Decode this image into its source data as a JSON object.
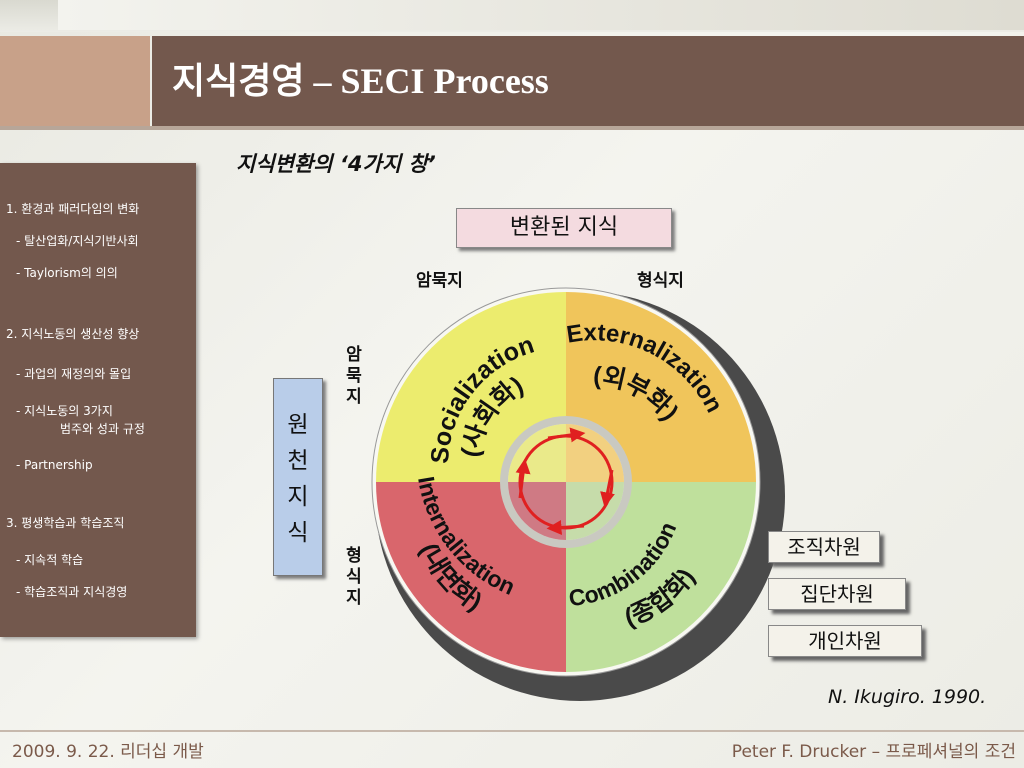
{
  "title": "지식경영 – SECI Process",
  "sidebar": {
    "items": [
      {
        "label": "1. 환경과 패러다임의 변화"
      },
      {
        "label": "- 탈산업화/지식기반사회"
      },
      {
        "label": "- Taylorism의 의의"
      },
      {
        "label": "2. 지식노동의 생산성 향상"
      },
      {
        "label": "- 과업의 재정의와 몰입"
      },
      {
        "label": "- 지식노동의 3가지"
      },
      {
        "label": "범주와 성과 규정"
      },
      {
        "label": "- Partnership"
      },
      {
        "label": "3. 평생학습과 학습조직"
      },
      {
        "label": "- 지속적 학습"
      },
      {
        "label": "- 학습조직과 지식경영"
      }
    ]
  },
  "diagram": {
    "subtitle": "지식변환의 ‘4가지 창’",
    "transformed_label": "변환된 지식",
    "tacit_top": "암묵지",
    "explicit_top": "형식지",
    "tacit_side": "암묵지",
    "explicit_side": "형식지",
    "source_label": "원천지식",
    "quadrants": {
      "socialization": {
        "en": "Socialization",
        "ko": "(사회화)",
        "color": "#ecec6e"
      },
      "externalization": {
        "en": "Externalization",
        "ko": "(외부화)",
        "color": "#f0c55b"
      },
      "internalization": {
        "en": "Internalization",
        "ko": "(내면화)",
        "color": "#d9666c"
      },
      "combination": {
        "en": "Combination",
        "ko": "(종합화)",
        "color": "#bfe09c"
      }
    },
    "levels": [
      {
        "label": "조직차원"
      },
      {
        "label": "집단차원"
      },
      {
        "label": "개인차원"
      }
    ],
    "arrow_color": "#e02020",
    "credit": "N. Ikugiro. 1990."
  },
  "footer": {
    "left": "2009. 9. 22. 리더십 개발",
    "right": "Peter F. Drucker – 프로페셔널의 조건"
  }
}
